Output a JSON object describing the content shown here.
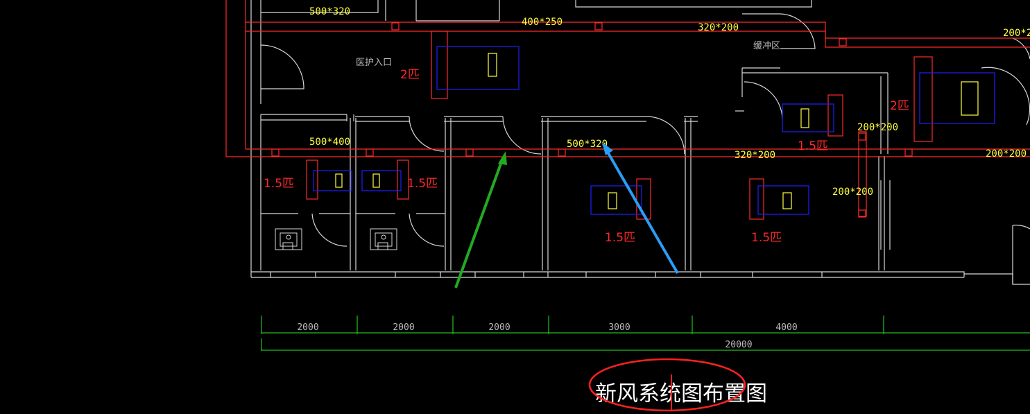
{
  "colors": {
    "background": "#000000",
    "walls": "#d8d8d8",
    "duct": "#ff2a2a",
    "equipment": "#2020ff",
    "fixture": "#ffff40",
    "dimension": "#20c020",
    "green_arrow": "#22aa22",
    "blue_arrow": "#2a9df4",
    "highlight": "#ff2020"
  },
  "duct_labels": {
    "d1": "500*320",
    "d2": "400*250",
    "d3": "320*200",
    "d4": "200*2",
    "d5": "500*400",
    "d6": "500*320",
    "d7": "320*200",
    "d8": "200*200",
    "d9": "200*200",
    "d10": "200*200"
  },
  "room_labels": {
    "medical_entrance": "医护入口",
    "buffer_zone": "缓冲区"
  },
  "unit_labels": {
    "u1": "2匹",
    "u2": "2匹",
    "u3": "1.5匹",
    "u4": "1.5匹",
    "u5": "1.5匹",
    "u6": "1.5匹",
    "u7": "1.5匹"
  },
  "dimensions": {
    "segments": [
      "2000",
      "2000",
      "2000",
      "3000",
      "4000"
    ],
    "total": "20000"
  },
  "drawing_title": "新风系统图布置图"
}
